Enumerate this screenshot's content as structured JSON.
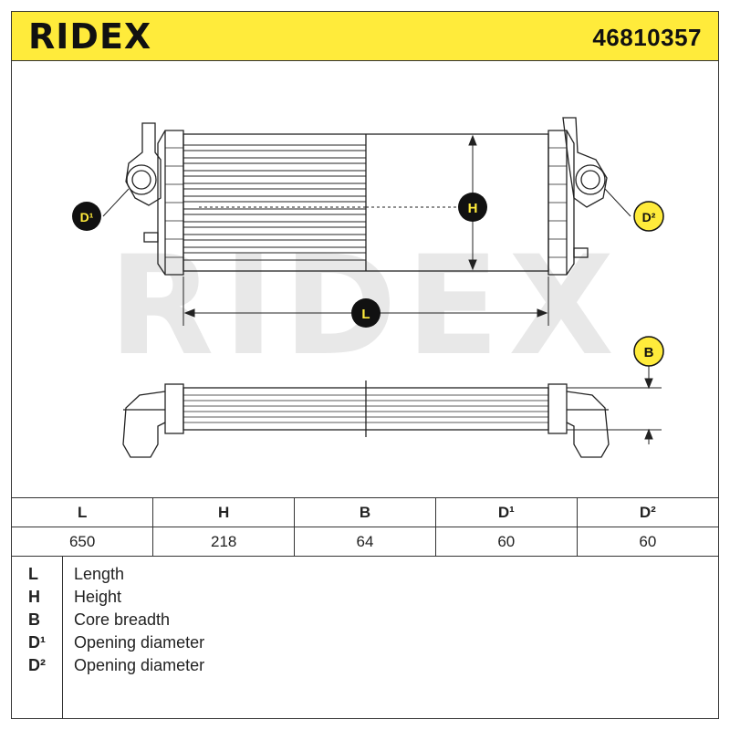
{
  "header": {
    "brand": "RIDEX",
    "part_number": "46810357"
  },
  "watermark": "RIDEX",
  "callouts": {
    "d1": "D¹",
    "d2": "D²",
    "h": "H",
    "l": "L",
    "b": "B"
  },
  "dimensions_table": {
    "headers": [
      "L",
      "H",
      "B",
      "D¹",
      "D²"
    ],
    "values": [
      "650",
      "218",
      "64",
      "60",
      "60"
    ]
  },
  "legend": [
    {
      "key": "L",
      "text": "Length"
    },
    {
      "key": "H",
      "text": "Height"
    },
    {
      "key": "B",
      "text": "Core breadth"
    },
    {
      "key": "D¹",
      "text": "Opening diameter"
    },
    {
      "key": "D²",
      "text": "Opening diameter"
    }
  ],
  "colors": {
    "header_bg": "#ffeb3b",
    "callout_bg": "#ffeb3b",
    "callout_fill": "#111111",
    "watermark": "#e8e8e8"
  }
}
